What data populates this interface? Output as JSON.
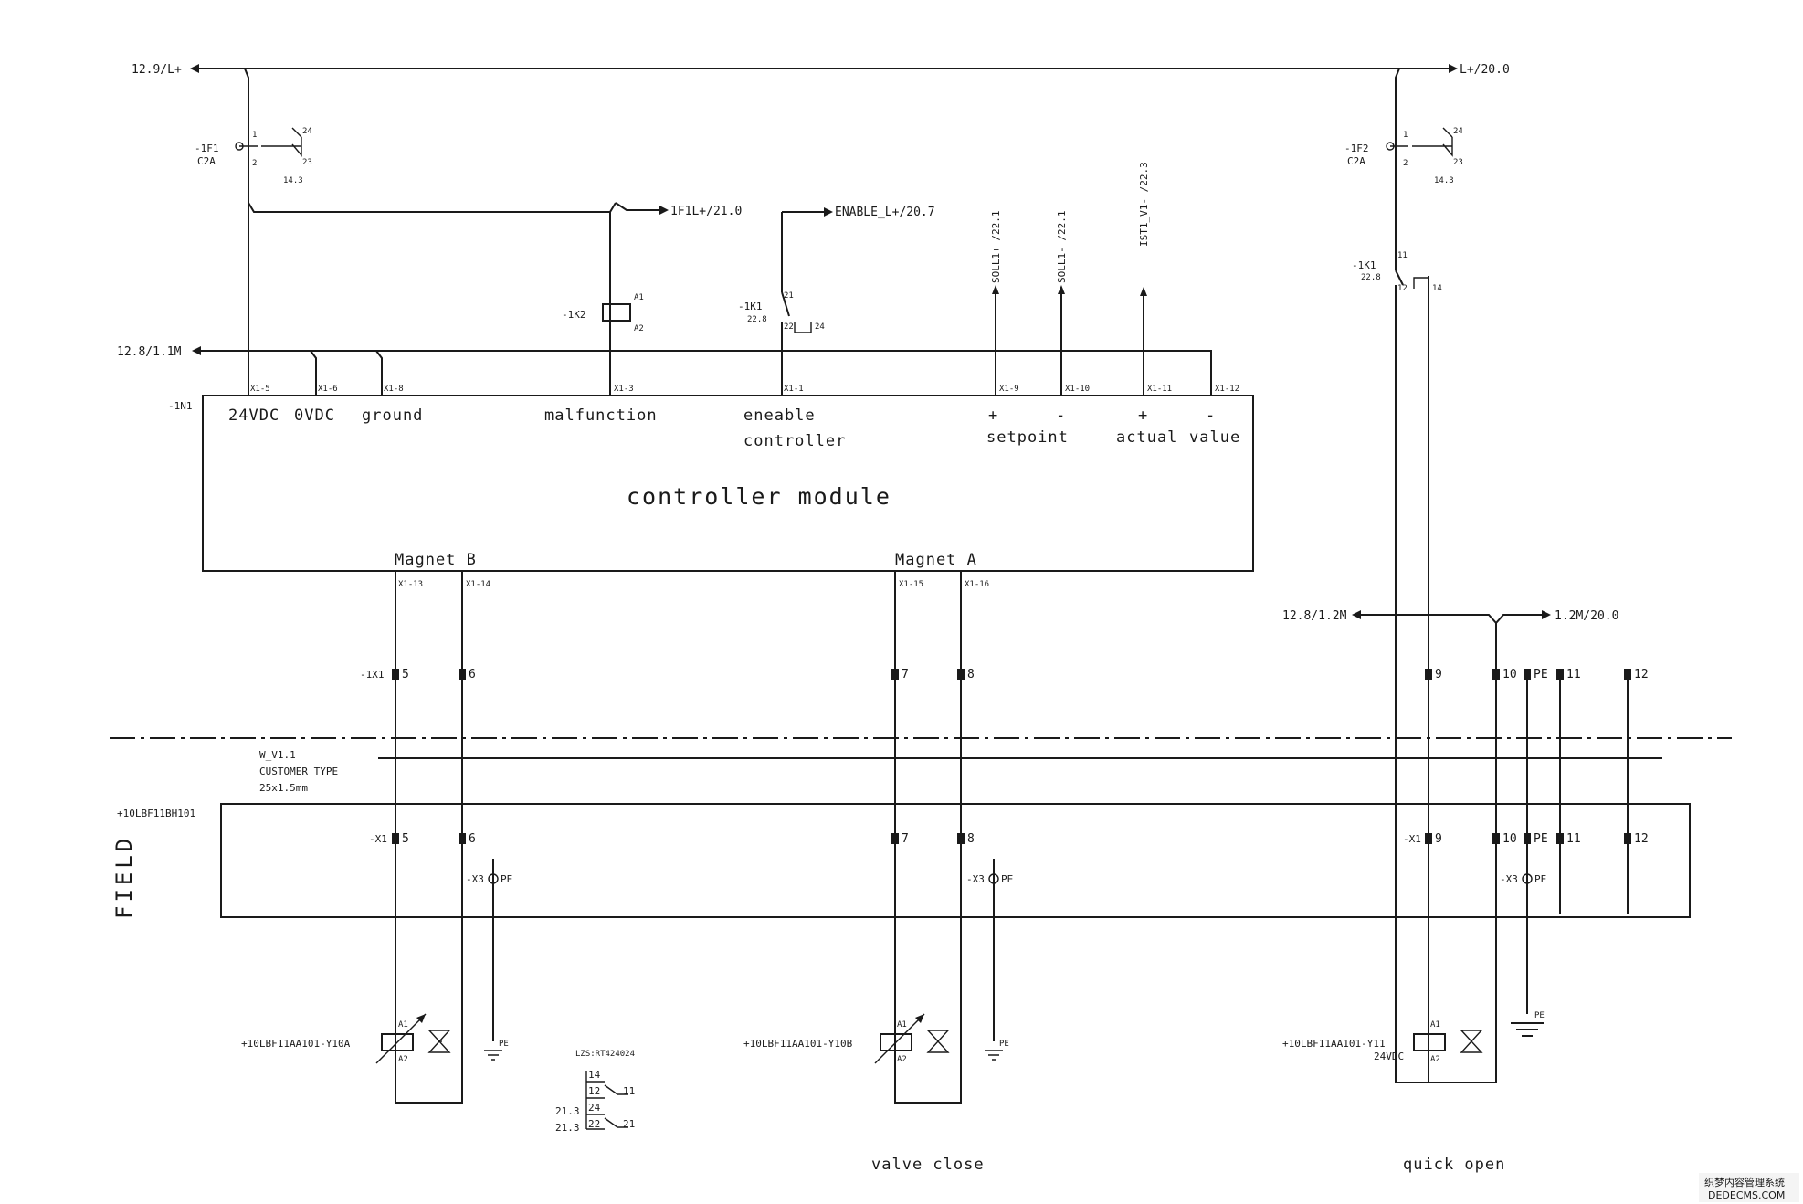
{
  "refs": {
    "l_plus_in": "12.9/L+",
    "l_plus_out": "L+/20.0",
    "m1_in": "12.8/1.1M",
    "m2_in": "12.8/1.2M",
    "m2_out": "1.2M/20.0",
    "f1l_out": "1F1L+/21.0",
    "enable_out": "ENABLE_L+/20.7",
    "soll_plus": "SOLL1+ /22.1",
    "soll_minus": "SOLL1- /22.1",
    "ist": "IST1_V1- /22.3"
  },
  "breakers": {
    "f1": {
      "tag": "-1F1",
      "rating": "C2A",
      "p1": "1",
      "p2": "2",
      "p24": "24",
      "p23": "23",
      "ref": "14.3"
    },
    "f2": {
      "tag": "-1F2",
      "rating": "C2A",
      "p1": "1",
      "p2": "2",
      "p24": "24",
      "p23": "23",
      "ref": "14.3"
    }
  },
  "relays": {
    "k2": {
      "tag": "-1K2",
      "a1": "A1",
      "a2": "A2"
    },
    "k1_left": {
      "tag": "-1K1",
      "ref": "22.8",
      "p21": "21",
      "p22": "22",
      "p24": "24"
    },
    "k1_right": {
      "tag": "-1K1",
      "ref": "22.8",
      "p11": "11",
      "p12": "12",
      "p14": "14"
    }
  },
  "module": {
    "tag": "-1N1",
    "title": "controller module",
    "top_terms": [
      "X1-5",
      "X1-6",
      "X1-8",
      "X1-3",
      "X1-1",
      "X1-9",
      "X1-10",
      "X1-11",
      "X1-12"
    ],
    "bottom_terms": [
      "X1-13",
      "X1-14",
      "X1-15",
      "X1-16"
    ],
    "labels": {
      "v24": "24VDC",
      "v0": "0VDC",
      "ground": "ground",
      "malfunction": "malfunction",
      "enable1": "eneable",
      "enable2": "controller",
      "plus1": "+",
      "minus1": "-",
      "setpoint": "setpoint",
      "plus2": "+",
      "minus2": "-",
      "actual": "actual",
      "value": "value",
      "magnet_b": "Magnet B",
      "magnet_a": "Magnet A"
    }
  },
  "terminals_upper": {
    "tag": "-1X1",
    "items": [
      "5",
      "6",
      "7",
      "8",
      "9",
      "10",
      "PE",
      "11",
      "12"
    ]
  },
  "cable": {
    "name": "W_V1.1",
    "type": "CUSTOMER TYPE",
    "spec": "25x1.5mm"
  },
  "field_box": {
    "tag": "+10LBF11BH101",
    "field_label": "FIELD",
    "x1_tag": "-X1",
    "x3_tag": "-X3",
    "pe": "PE",
    "items": [
      "5",
      "6",
      "7",
      "8",
      "9",
      "10",
      "PE",
      "11",
      "12"
    ]
  },
  "valves": {
    "y10a": {
      "tag": "+10LBF11AA101-Y10A",
      "a1": "A1",
      "a2": "A2"
    },
    "y10b": {
      "tag": "+10LBF11AA101-Y10B",
      "a1": "A1",
      "a2": "A2"
    },
    "y11": {
      "tag": "+10LBF11AA101-Y11",
      "voltage": "24VDC",
      "a1": "A1",
      "a2": "A2"
    },
    "pe": "PE"
  },
  "contact_table": {
    "header": "LZS:RT424024",
    "rows": [
      {
        "left": "",
        "no": "14",
        "right": ""
      },
      {
        "left": "",
        "no": "12",
        "right": "11"
      },
      {
        "left": "21.3",
        "no": "24",
        "right": ""
      },
      {
        "left": "21.3",
        "no": "22",
        "right": "21"
      }
    ]
  },
  "captions": {
    "valve_close": "valve close",
    "quick_open": "quick open"
  },
  "watermark": {
    "line1": "织梦内容管理系统",
    "line2": "DEDECMS.COM"
  }
}
